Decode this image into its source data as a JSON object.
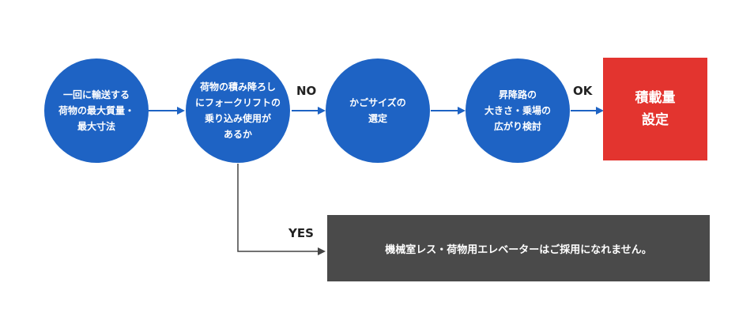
{
  "colors": {
    "circle": "#1e63c4",
    "result_box": "#e3342f",
    "message_box": "#4a4a4a",
    "arrow": "#1e63c4",
    "yes_line": "#444444"
  },
  "steps": [
    {
      "text": "一回に輸送する\n荷物の最大質量・\n最大寸法"
    },
    {
      "text": "荷物の積み降ろし\nにフォークリフトの\n乗り込み使用が\nあるか"
    },
    {
      "text": "かごサイズの\n選定"
    },
    {
      "text": "昇降路の\n大きさ・乗場の\n広がり検討"
    }
  ],
  "result": {
    "text": "積載量\n設定"
  },
  "branch_labels": {
    "no": "NO",
    "ok": "OK",
    "yes": "YES"
  },
  "message": {
    "text": "機械室レス・荷物用エレベーターはご採用になれません。"
  }
}
